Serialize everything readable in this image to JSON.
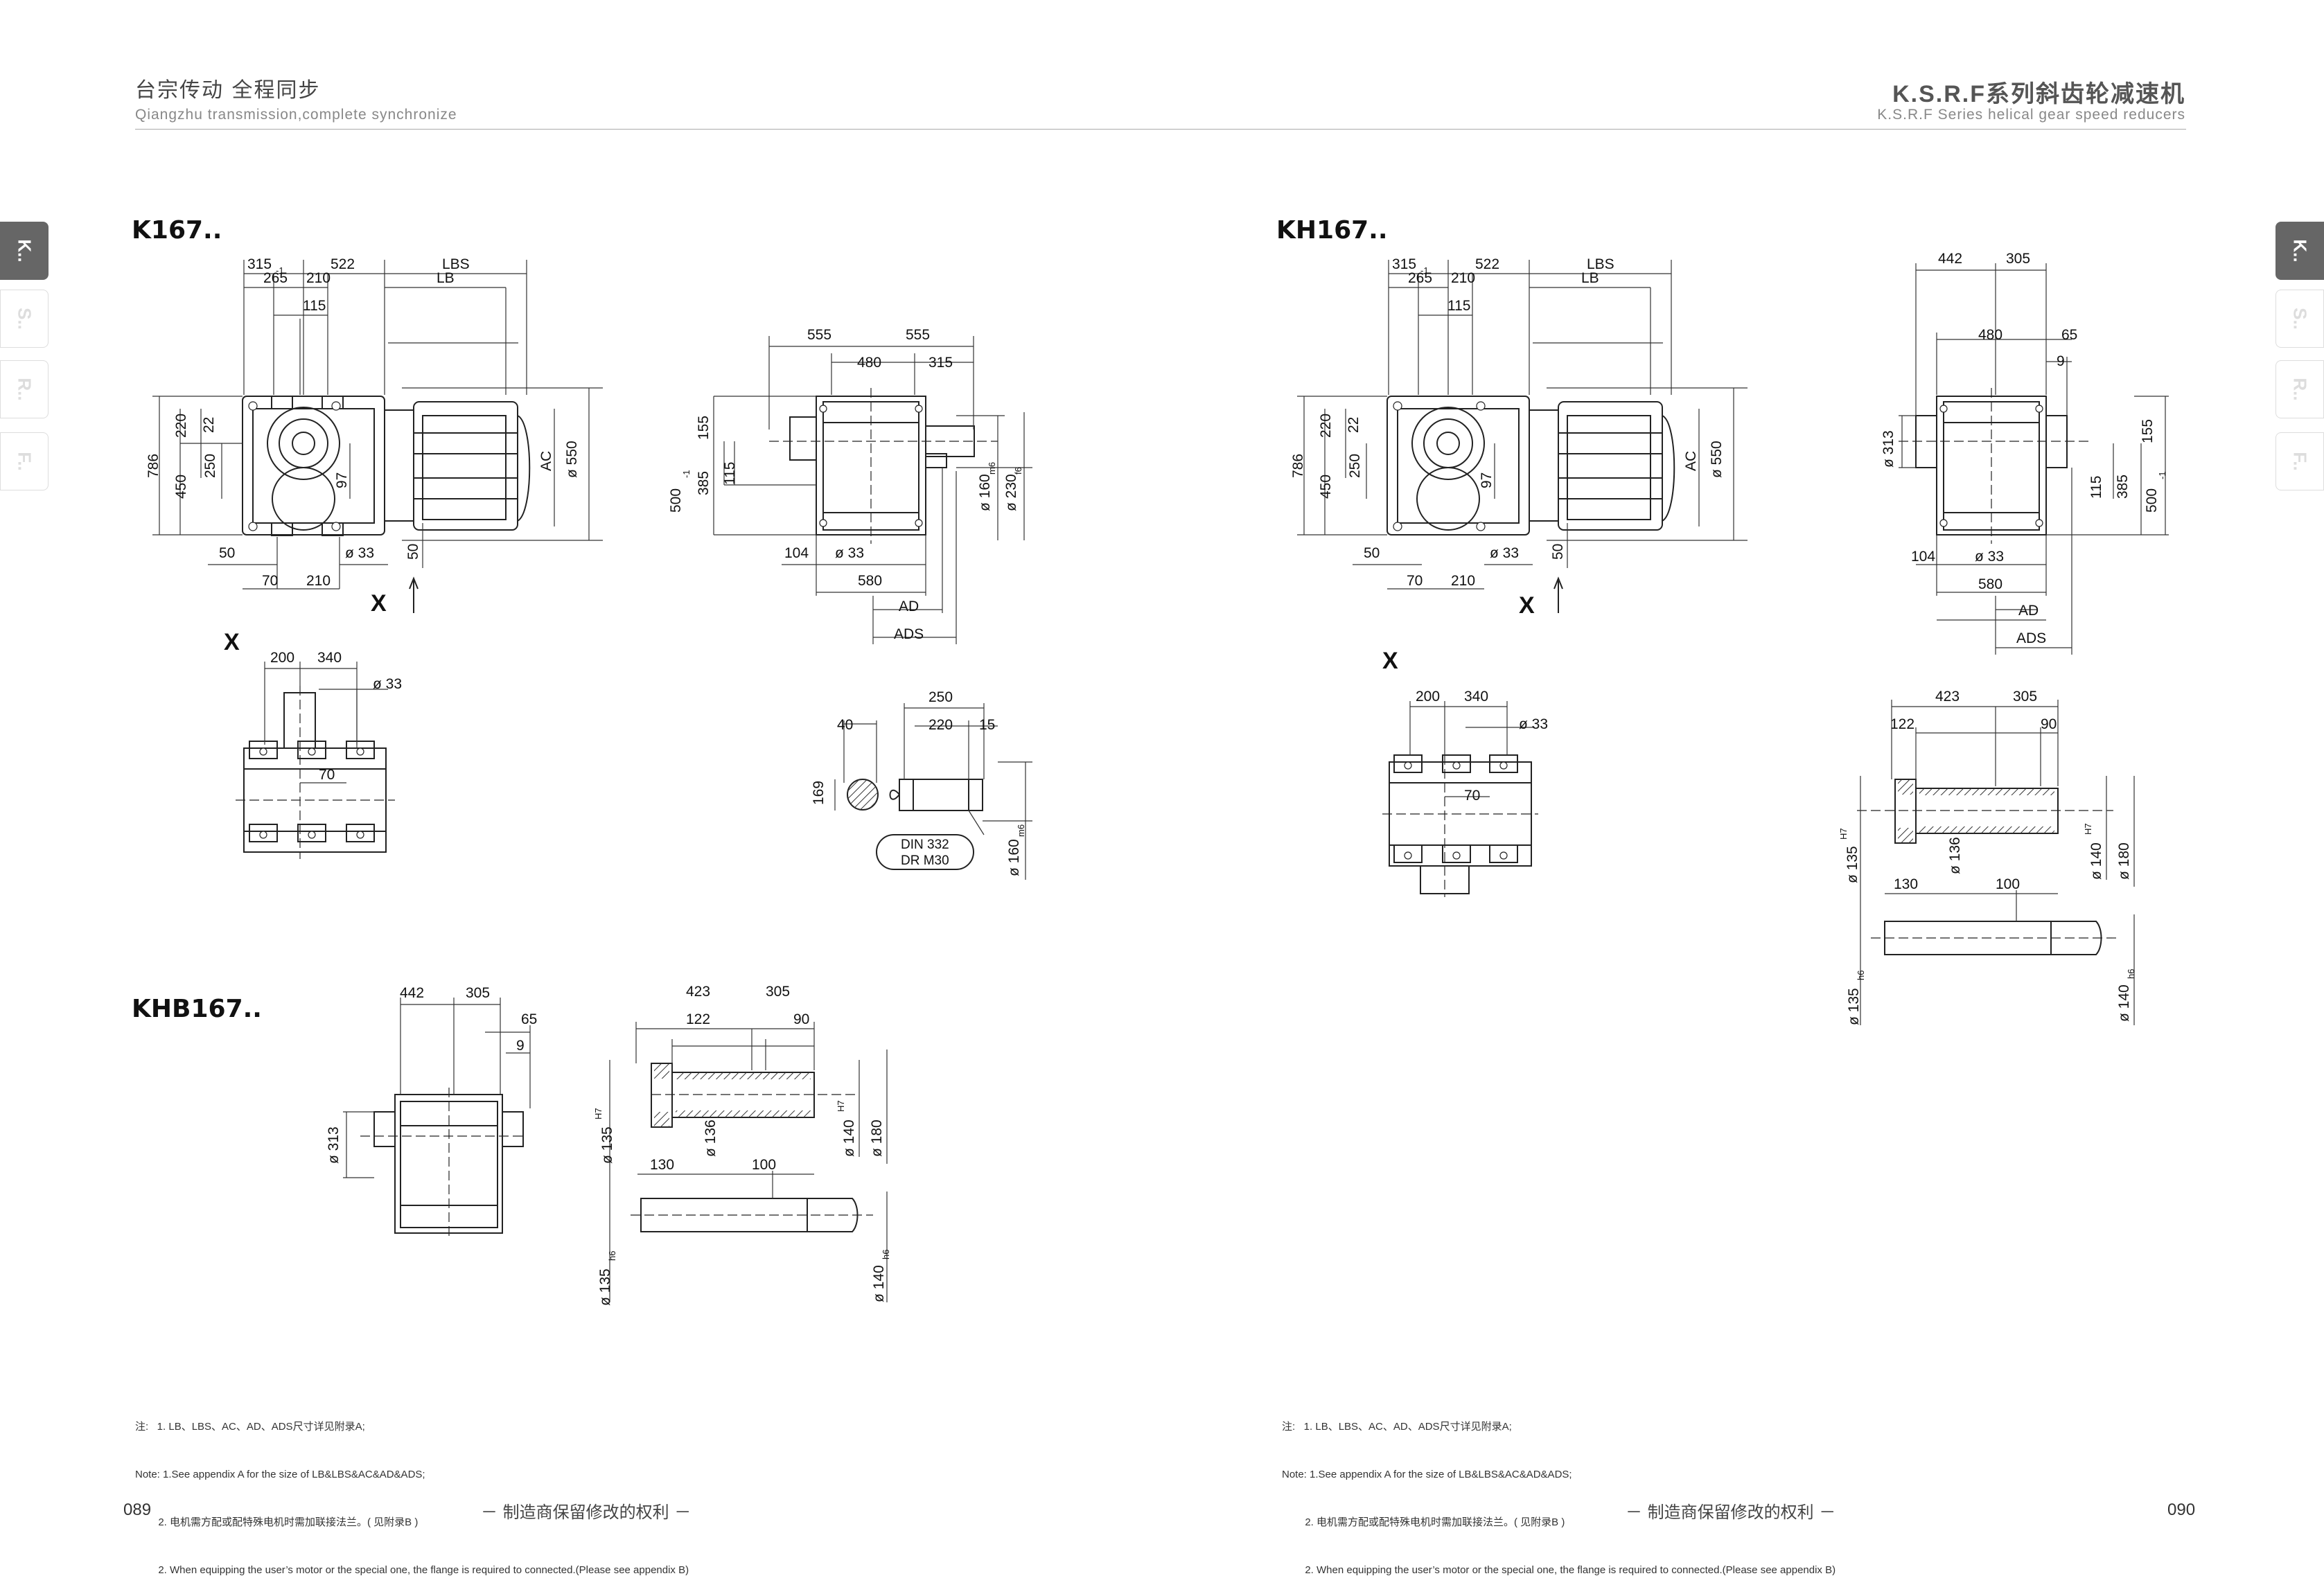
{
  "header": {
    "left_cn": "台宗传动  全程同步",
    "left_en": "Qiangzhu transmission,complete synchronize",
    "right_cn": "K.S.R.F系列斜齿轮减速机",
    "right_en": "K.S.R.F Series helical gear speed reducers"
  },
  "tabs": {
    "left": [
      {
        "label": "K..",
        "active": true
      },
      {
        "label": "S..",
        "active": false
      },
      {
        "label": "R..",
        "active": false
      },
      {
        "label": "F..",
        "active": false
      }
    ],
    "right": [
      {
        "label": "K..",
        "active": true
      },
      {
        "label": "S..",
        "active": false
      },
      {
        "label": "R..",
        "active": false
      },
      {
        "label": "F..",
        "active": false
      }
    ]
  },
  "models": {
    "left_top": "K167..",
    "left_bottom": "KHB167..",
    "right_top": "KH167.."
  },
  "view_x_label": "X",
  "dims": {
    "d315": "315",
    "dm1": "-1",
    "d522": "522",
    "dLBS": "LBS",
    "dLB": "LB",
    "d265": "265",
    "d210": "210",
    "d115": "115",
    "d786": "786",
    "d220": "220",
    "d22": "22",
    "d450": "450",
    "d250": "250",
    "d97": "97",
    "dAC": "AC",
    "d550": "ø 550",
    "d50": "50",
    "d33": "ø 33",
    "d70": "70",
    "d555": "555",
    "d480": "480",
    "d155": "155",
    "d500": "500",
    "d385": "385",
    "d160": "ø 160",
    "m6": "m6",
    "d230": "ø 230",
    "f6": "f6",
    "d104": "104",
    "d580": "580",
    "dAD": "AD",
    "dADS": "ADS",
    "d200": "200",
    "d340": "340",
    "d40": "40",
    "d250b": "250",
    "d220b": "220",
    "d15": "15",
    "d169": "169",
    "din1": "DIN 332",
    "din2": "DR M30",
    "d442": "442",
    "d305": "305",
    "d65": "65",
    "d9": "9",
    "d313": "ø 313",
    "d423": "423",
    "d122": "122",
    "d90": "90",
    "d135": "ø 135",
    "H7": "H7",
    "d136": "ø 136",
    "d140": "ø 140",
    "d180": "ø 180",
    "d130": "130",
    "d100": "100",
    "h6": "h6"
  },
  "notes": {
    "line1": "注:   1. LB、LBS、AC、AD、ADS尺寸详见附录A;",
    "line2": "Note: 1.See appendix A for the size of LB&LBS&AC&AD&ADS;",
    "line3": "        2. 电机需方配或配特殊电机时需加联接法兰。( 见附录B )",
    "line4": "        2. When equipping the user’s motor or the special one, the flange is required to connected.(Please see appendix B)"
  },
  "footer": {
    "left_page": "089",
    "right_page": "090",
    "rights": "－ 制造商保留修改的权利 －"
  }
}
